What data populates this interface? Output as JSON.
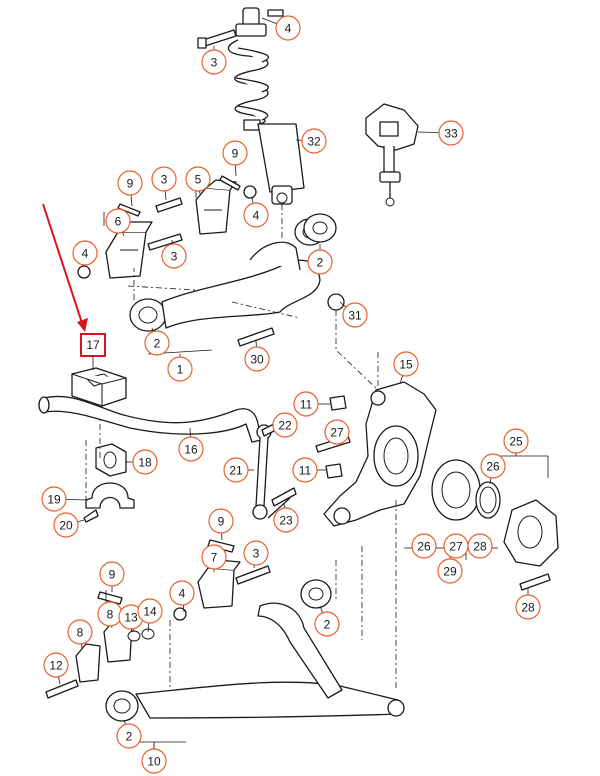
{
  "colors": {
    "callout_ring": "#e8602c",
    "highlight_box": "#d9141b",
    "arrow": "#d9141b",
    "line": "#1a1a1a"
  },
  "callouts": [
    {
      "id": "c4a",
      "label": "4"
    },
    {
      "id": "c3a",
      "label": "3"
    },
    {
      "id": "c32",
      "label": "32"
    },
    {
      "id": "c33",
      "label": "33"
    },
    {
      "id": "c9a",
      "label": "9"
    },
    {
      "id": "c3b",
      "label": "3"
    },
    {
      "id": "c5",
      "label": "5"
    },
    {
      "id": "c9b",
      "label": "9"
    },
    {
      "id": "c6",
      "label": "6"
    },
    {
      "id": "c4b",
      "label": "4"
    },
    {
      "id": "c4c",
      "label": "4"
    },
    {
      "id": "c3c",
      "label": "3"
    },
    {
      "id": "c2a",
      "label": "2"
    },
    {
      "id": "c31",
      "label": "31"
    },
    {
      "id": "c2b",
      "label": "2"
    },
    {
      "id": "c30",
      "label": "30"
    },
    {
      "id": "c1",
      "label": "1"
    },
    {
      "id": "c15",
      "label": "15"
    },
    {
      "id": "c11a",
      "label": "11"
    },
    {
      "id": "c27a",
      "label": "27"
    },
    {
      "id": "c22",
      "label": "22"
    },
    {
      "id": "c16",
      "label": "16"
    },
    {
      "id": "c25",
      "label": "25"
    },
    {
      "id": "c18",
      "label": "18"
    },
    {
      "id": "c11b",
      "label": "11"
    },
    {
      "id": "c26a",
      "label": "26"
    },
    {
      "id": "c21",
      "label": "21"
    },
    {
      "id": "c19",
      "label": "19"
    },
    {
      "id": "c23",
      "label": "23"
    },
    {
      "id": "c20",
      "label": "20"
    },
    {
      "id": "c9c",
      "label": "9"
    },
    {
      "id": "c26b",
      "label": "26"
    },
    {
      "id": "c27b",
      "label": "27"
    },
    {
      "id": "c28a",
      "label": "28"
    },
    {
      "id": "c29",
      "label": "29"
    },
    {
      "id": "c7",
      "label": "7"
    },
    {
      "id": "c3d",
      "label": "3"
    },
    {
      "id": "c9d",
      "label": "9"
    },
    {
      "id": "c4d",
      "label": "4"
    },
    {
      "id": "c28b",
      "label": "28"
    },
    {
      "id": "c8a",
      "label": "8"
    },
    {
      "id": "c13",
      "label": "13"
    },
    {
      "id": "c14",
      "label": "14"
    },
    {
      "id": "c2c",
      "label": "2"
    },
    {
      "id": "c8b",
      "label": "8"
    },
    {
      "id": "c12",
      "label": "12"
    },
    {
      "id": "c2d",
      "label": "2"
    },
    {
      "id": "c10",
      "label": "10"
    }
  ],
  "highlighted_part": {
    "label": "17"
  }
}
